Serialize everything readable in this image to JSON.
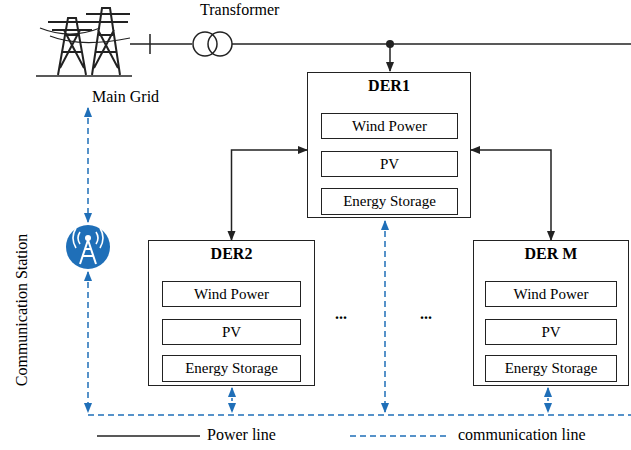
{
  "diagram": {
    "nodes": [
      {
        "text": [
          "DER1"
        ]
      },
      {
        "text": [
          "Wind Power"
        ],
        "in": 0
      },
      {
        "text": [
          "PV"
        ],
        "in": 0
      },
      {
        "text": [
          "Energy Storage"
        ],
        "in": 0
      },
      {
        "text": [
          "DER2"
        ]
      },
      {
        "text": [
          "Wind Power"
        ],
        "in": 4
      },
      {
        "text": [
          "PV"
        ],
        "in": 4
      },
      {
        "text": [
          "Energy Storage"
        ],
        "in": 4
      },
      {
        "text": [
          "DER M"
        ]
      },
      {
        "text": [
          "Wind Power"
        ],
        "in": 8
      },
      {
        "text": [
          "PV"
        ],
        "in": 8
      },
      {
        "text": [
          "Energy Storage"
        ],
        "in": 8
      }
    ],
    "edges": [
      {
        "from": 0,
        "to": 4,
        "arrow": "both"
      },
      {
        "from": 0,
        "to": 8,
        "arrow": "both"
      }
    ],
    "labels": [
      "Transformer",
      "Main Grid",
      "Communication Station",
      "...",
      "..."
    ],
    "legend": [
      {
        "text": "Power line"
      },
      {
        "text": "communication line"
      }
    ]
  }
}
